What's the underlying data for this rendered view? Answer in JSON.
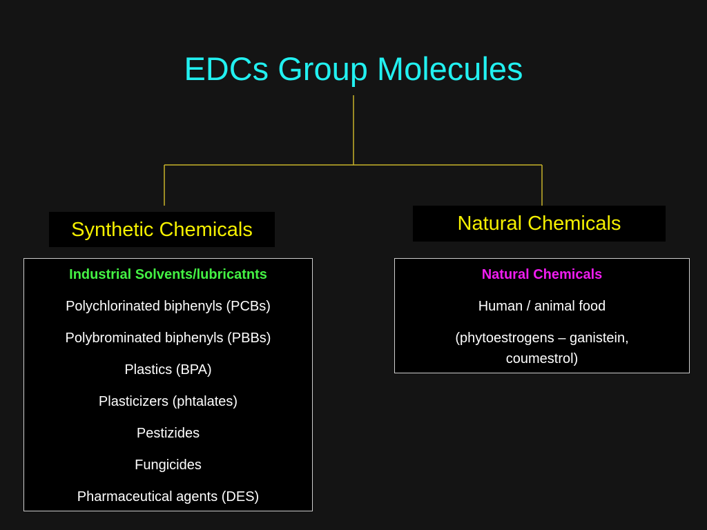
{
  "colors": {
    "background": "#141414",
    "title": "#22f0f0",
    "connector": "#c8b32a",
    "branch_label": "#f5f000",
    "synthetic_heading": "#44f244",
    "natural_heading": "#f01cf0",
    "box_text": "#ffffff",
    "box_border": "#cfcfcf"
  },
  "title": "EDCs Group Molecules",
  "branches": {
    "synthetic": {
      "label": "Synthetic Chemicals",
      "box": {
        "heading": "Industrial Solvents/lubricatnts",
        "items": [
          "Polychlorinated biphenyls (PCBs)",
          "Polybrominated biphenyls (PBBs)",
          "Plastics (BPA)",
          "Plasticizers (phtalates)",
          "Pestizides",
          "Fungicides",
          "Pharmaceutical agents (DES)"
        ]
      }
    },
    "natural": {
      "label": "Natural Chemicals",
      "box": {
        "heading": "Natural Chemicals",
        "items": [
          "Human / animal food",
          "(phytoestrogens – ganistein, coumestrol)"
        ]
      }
    }
  }
}
